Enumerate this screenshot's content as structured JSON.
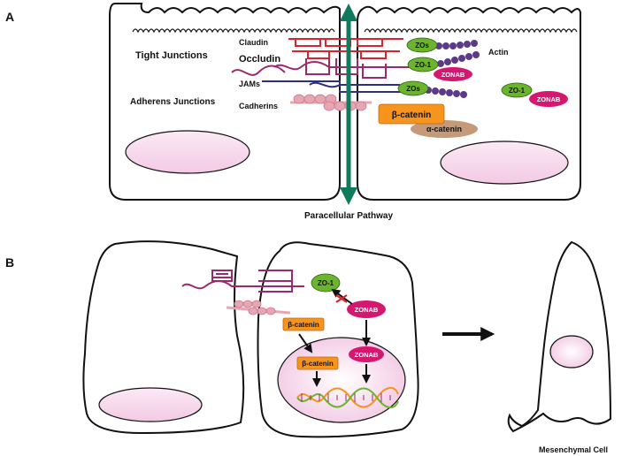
{
  "panels": {
    "a": "A",
    "b": "B"
  },
  "panel_a": {
    "labels": {
      "claudin": "Claudin",
      "occludin": "Occludin",
      "jams": "JAMs",
      "cadherins": "Cadherins",
      "tight_junctions": "Tight Junctions",
      "adherens_junctions": "Adherens Junctions",
      "actin": "Actin",
      "paracellular_pathway": "Paracellular Pathway"
    },
    "proteins": {
      "zos_top": "ZOs",
      "zo1": "ZO-1",
      "zonab": "ZONAB",
      "zos_mid": "ZOs",
      "zo1_right": "ZO-1",
      "zonab_right": "ZONAB",
      "beta_catenin": "β-catenin",
      "alpha_catenin": "α-catenin"
    }
  },
  "panel_b": {
    "proteins": {
      "zo1": "ZO-1",
      "zonab": "ZONAB",
      "beta_catenin": "β-catenin",
      "beta_catenin_nucleus": "β-catenin",
      "zonab_nucleus": "ZONAB"
    },
    "mesenchymal_cell": "Mesenchymal Cell"
  },
  "colors": {
    "claudin": "#d9232e",
    "occludin": "#9a2a6b",
    "jams": "#2e2f7f",
    "cadherin": "#e8a6b4",
    "zo_green": "#6bb52e",
    "zonab_magenta": "#d6166f",
    "actin_purple": "#5b3a8a",
    "beta_catenin": "#f7941d",
    "alpha_catenin": "#c49a7a",
    "pathway_arrow": "#0f7a5c",
    "nucleus_fill": "#f7dbee"
  }
}
